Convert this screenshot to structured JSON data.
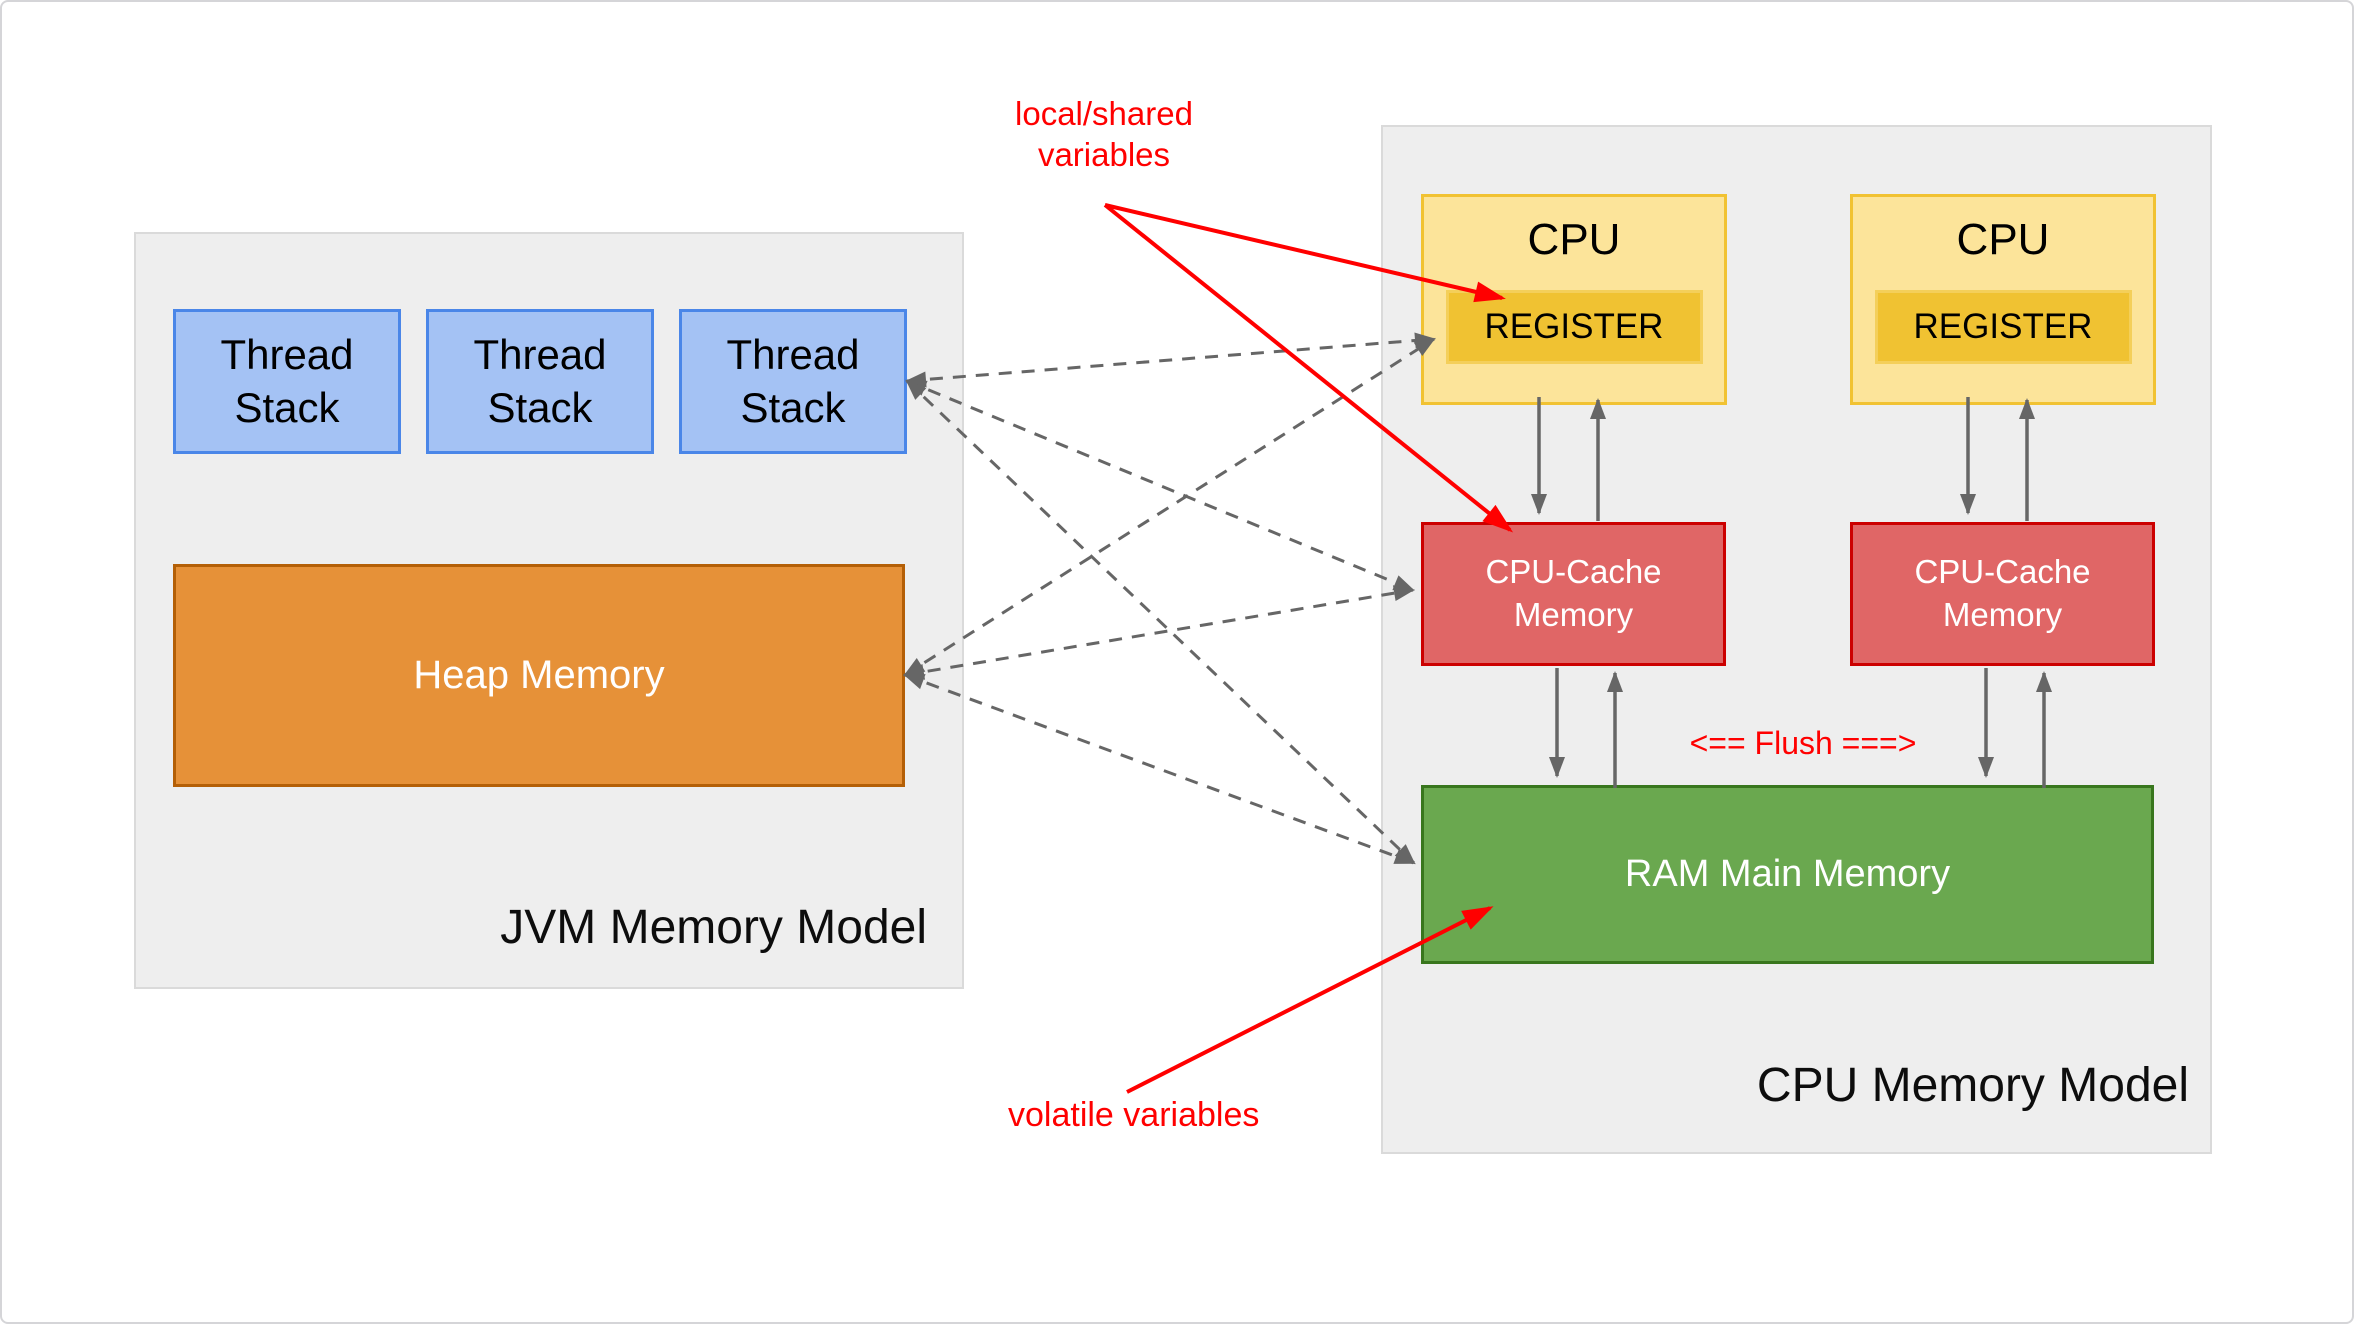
{
  "jvm_model": {
    "title": "JVM Memory Model",
    "thread_stacks": [
      {
        "label": "Thread Stack"
      },
      {
        "label": "Thread Stack"
      },
      {
        "label": "Thread Stack"
      }
    ],
    "heap": {
      "label": "Heap Memory"
    }
  },
  "cpu_model": {
    "title": "CPU Memory Model",
    "cpus": [
      {
        "label": "CPU",
        "register_label": "REGISTER"
      },
      {
        "label": "CPU",
        "register_label": "REGISTER"
      }
    ],
    "caches": [
      {
        "label": "CPU-Cache Memory"
      },
      {
        "label": "CPU-Cache Memory"
      }
    ],
    "ram": {
      "label": "RAM Main Memory"
    }
  },
  "annotations": {
    "local_shared": {
      "line1": "local/shared",
      "line2": "variables"
    },
    "volatile_vars": {
      "label": "volatile variables"
    },
    "flush": {
      "label": "<== Flush ===>"
    }
  },
  "colors": {
    "container_bg": "#eeeeee",
    "thread_stack_fill": "#a4c2f4",
    "thread_stack_border": "#4a86e8",
    "heap_fill": "#e69138",
    "heap_border": "#b45f06",
    "cpu_fill": "#fce49a",
    "cpu_border": "#f1c232",
    "register_fill": "#f0c232",
    "cache_fill": "#e06666",
    "cache_border": "#cc0000",
    "ram_fill": "#6aa84f",
    "ram_border": "#38761d",
    "annotation_red": "#ff0000",
    "arrow_grey": "#666666"
  }
}
